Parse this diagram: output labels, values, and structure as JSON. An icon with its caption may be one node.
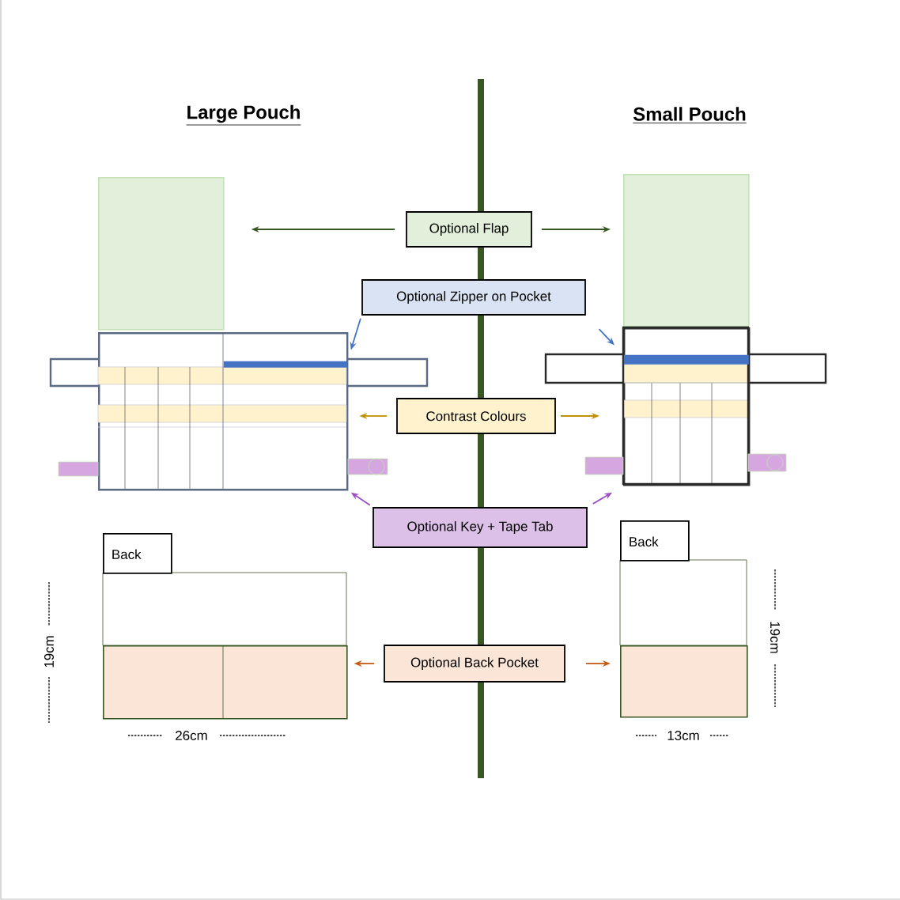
{
  "diagram": {
    "nodes": [
      {
        "text": [],
        "shape": "box"
      },
      {
        "text": [
          "Optional Flap"
        ]
      },
      {
        "text": [],
        "shape": "box"
      },
      {
        "text": [
          "Optional Zipper on Pocket"
        ]
      },
      {
        "text": [],
        "shape": "box"
      },
      {
        "text": [],
        "shape": "bar",
        "in": 4
      },
      {
        "text": [],
        "shape": "box"
      },
      {
        "text": [],
        "shape": "bar",
        "in": 6
      },
      {
        "text": [
          "Contrast Colours"
        ]
      },
      {
        "text": [
          "Optional Key + Tape Tab"
        ]
      },
      {
        "text": [
          "Back"
        ]
      },
      {
        "text": [
          "Back"
        ]
      },
      {
        "text": [],
        "shape": "box"
      },
      {
        "text": [
          "Optional Back Pocket"
        ]
      },
      {
        "text": [],
        "shape": "box"
      }
    ],
    "edges": [
      {
        "from": 1,
        "to": 0,
        "arrow": "to",
        "color": "#375623"
      },
      {
        "from": 1,
        "to": 2,
        "arrow": "to",
        "color": "#375623"
      },
      {
        "from": 3,
        "to": 5,
        "arrow": "to",
        "color": "#4472c4"
      },
      {
        "from": 3,
        "to": 7,
        "arrow": "to",
        "color": "#4472c4"
      },
      {
        "from": 8,
        "to": 4,
        "arrow": "to",
        "color": "#bf9000"
      },
      {
        "from": 8,
        "to": 6,
        "arrow": "to",
        "color": "#bf9000"
      },
      {
        "from": 9,
        "to": 4,
        "arrow": "to",
        "color": "#9b4fc0"
      },
      {
        "from": 9,
        "to": 6,
        "arrow": "to",
        "color": "#9b4fc0"
      },
      {
        "from": 13,
        "to": 12,
        "arrow": "to",
        "color": "#c55a11"
      },
      {
        "from": 13,
        "to": 14,
        "arrow": "to",
        "color": "#c55a11"
      }
    ],
    "labels": [
      "Large Pouch",
      "Small Pouch",
      "19cm",
      "26cm",
      "13cm",
      "19cm"
    ]
  }
}
